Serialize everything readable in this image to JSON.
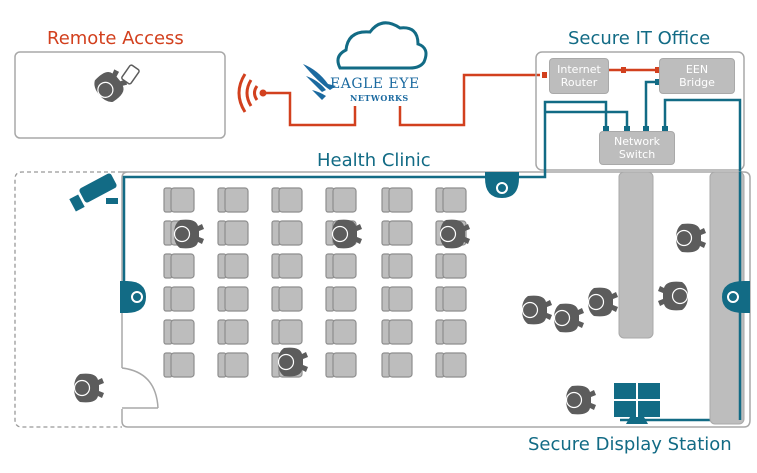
{
  "zones": {
    "remote_access": "Remote Access",
    "secure_it_office": "Secure IT Office",
    "health_clinic": "Health Clinic",
    "secure_display_station": "Secure Display Station"
  },
  "devices": {
    "internet_router": [
      "Internet",
      "Router"
    ],
    "een_bridge": [
      "EEN",
      "Bridge"
    ],
    "network_switch": [
      "Network",
      "Switch"
    ]
  },
  "logo": {
    "line1": "EAGLE EYE",
    "line2": "NETWORKS"
  },
  "icons": [
    "cloud-icon",
    "wifi-signal-icon",
    "eagle-logo-icon",
    "bullet-camera-icon",
    "dome-camera-icon",
    "person-icon",
    "smartphone-icon",
    "monitor-wall-icon",
    "chair-icon",
    "door-icon"
  ],
  "colors": {
    "internet_link": "#d2401e",
    "lan_link": "#126b85",
    "device_fill": "#bdbdbd",
    "person": "#5c5c5c",
    "wall": "#a8a8a8"
  },
  "seating": {
    "columns": 6,
    "rows": 6
  }
}
